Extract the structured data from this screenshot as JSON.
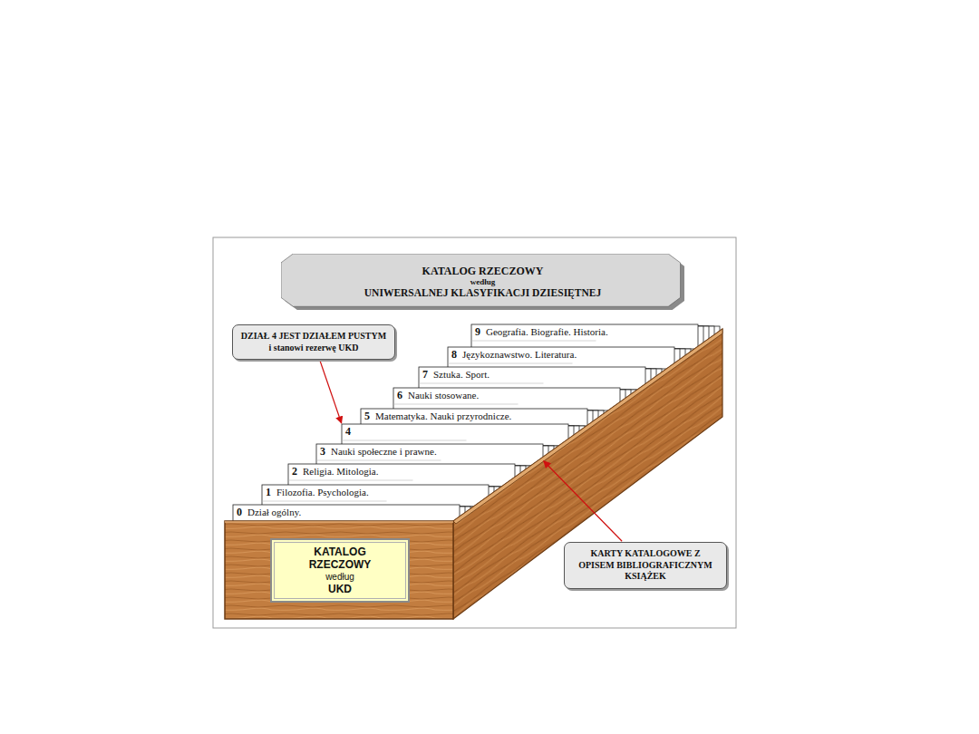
{
  "diagram": {
    "nodes": [
      {
        "text": [
          "KATALOG RZECZOWY",
          "według",
          "UNIWERSALNEJ KLASYFIKACJI DZIESIĘTNEJ"
        ]
      },
      {
        "text": [
          "DZIAŁ 4 JEST DZIAŁEM PUSTYM i stanowi rezerwę UKD"
        ]
      },
      {
        "text": [
          "9",
          "Geografia. Biografie. Historia."
        ]
      },
      {
        "text": [
          "8",
          "Językoznawstwo. Literatura."
        ]
      },
      {
        "text": [
          "7",
          "Sztuka. Sport."
        ]
      },
      {
        "text": [
          "6",
          "Nauki stosowane."
        ]
      },
      {
        "text": [
          "5",
          "Matematyka. Nauki przyrodnicze."
        ]
      },
      {
        "text": [
          "4"
        ]
      },
      {
        "text": [
          "3",
          "Nauki społeczne i prawne."
        ]
      },
      {
        "text": [
          "2",
          "Religia. Mitologia."
        ]
      },
      {
        "text": [
          "1",
          "Filozofia. Psychologia."
        ]
      },
      {
        "text": [
          "0",
          "Dział ogólny."
        ]
      },
      {
        "text": [
          "KATALOG RZECZOWY",
          "według",
          "UKD"
        ]
      },
      {
        "text": [
          "KARTY KATALOGOWE Z OPISEM BIBLIOGRAFICZNYM KSIĄŻEK"
        ]
      }
    ],
    "edges": [
      {
        "from": 1,
        "to": 7,
        "arrow": "to"
      },
      {
        "from": 13,
        "to": 8,
        "arrow": "to"
      }
    ]
  }
}
